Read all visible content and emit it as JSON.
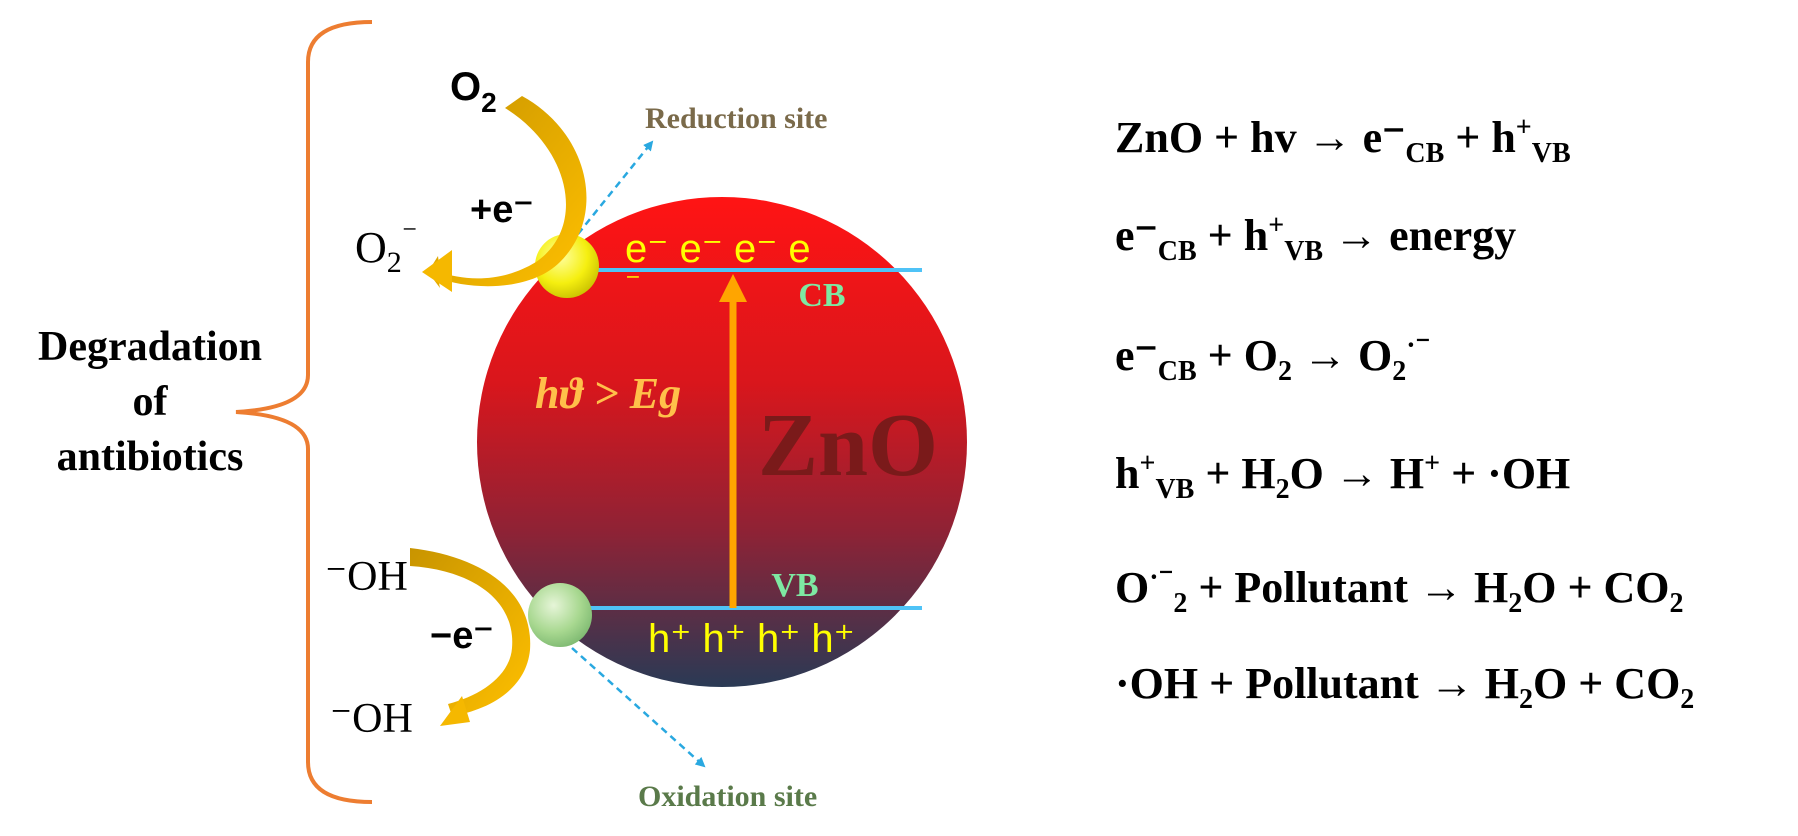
{
  "left_label": {
    "line1": "Degradation",
    "line2": "of",
    "line3": "antibiotics"
  },
  "particle": {
    "name": "ZnO",
    "cb_label": "CB",
    "vb_label": "VB",
    "electrons": "e⁻ e⁻ e⁻ e",
    "electron_overflow": "⁻",
    "holes": "h⁺ h⁺ h⁺ h⁺",
    "excitation": "hϑ > Eg"
  },
  "sites": {
    "reduction": "Reduction site",
    "oxidation": "Oxidation site"
  },
  "reduction_cycle": {
    "reactant_base": "O",
    "reactant_sub": "2",
    "gain": "+e⁻",
    "product_base": "O",
    "product_sub": "2",
    "product_sup": "⁻"
  },
  "oxidation_cycle": {
    "reactant": "⁻OH",
    "loss": "−e⁻",
    "product": "⁻OH"
  },
  "equations": {
    "eq1": {
      "a": "ZnO + hv → e⁻",
      "a_sub": "CB",
      "b": " + h",
      "b_sup": "+",
      "b_sub": "VB"
    },
    "eq2": {
      "a": "e⁻",
      "a_sub": "CB",
      "b": " + h",
      "b_sup": "+",
      "b_sub": "VB",
      "c": " → energy"
    },
    "eq3": {
      "a": "e⁻",
      "a_sub": "CB",
      "b": " + O",
      "b_sub": "2",
      "c": " → O",
      "c_sub": "2",
      "c_sup": "·⁻"
    },
    "eq4": {
      "a": "h",
      "a_sup": "+",
      "a_sub": "VB",
      "b": " + H",
      "b_sub": "2",
      "c": "O → H",
      "c_sup": "+",
      "d": " + ·OH"
    },
    "eq5": {
      "a": "O",
      "a_sup": "·⁻",
      "a_sub": "2",
      "b": " + Pollutant  → H",
      "b_sub": "2",
      "c": "O + CO",
      "c_sub": "2"
    },
    "eq6": {
      "a": "·OH  + Pollutant → H",
      "a_sub": "2",
      "b": "O + CO",
      "b_sub": "2"
    }
  },
  "colors": {
    "brace": "#ed7d31",
    "arrow": "#ffa500",
    "curved_arrow": "#f5b800",
    "band_line": "#4fc3f7",
    "band_label": "#7ee8a2",
    "carrier_text": "#ffff00",
    "site_arrow": "#29a8e0",
    "reduction_label": "#7a6a4a",
    "oxidation_label": "#5a7a4a"
  }
}
